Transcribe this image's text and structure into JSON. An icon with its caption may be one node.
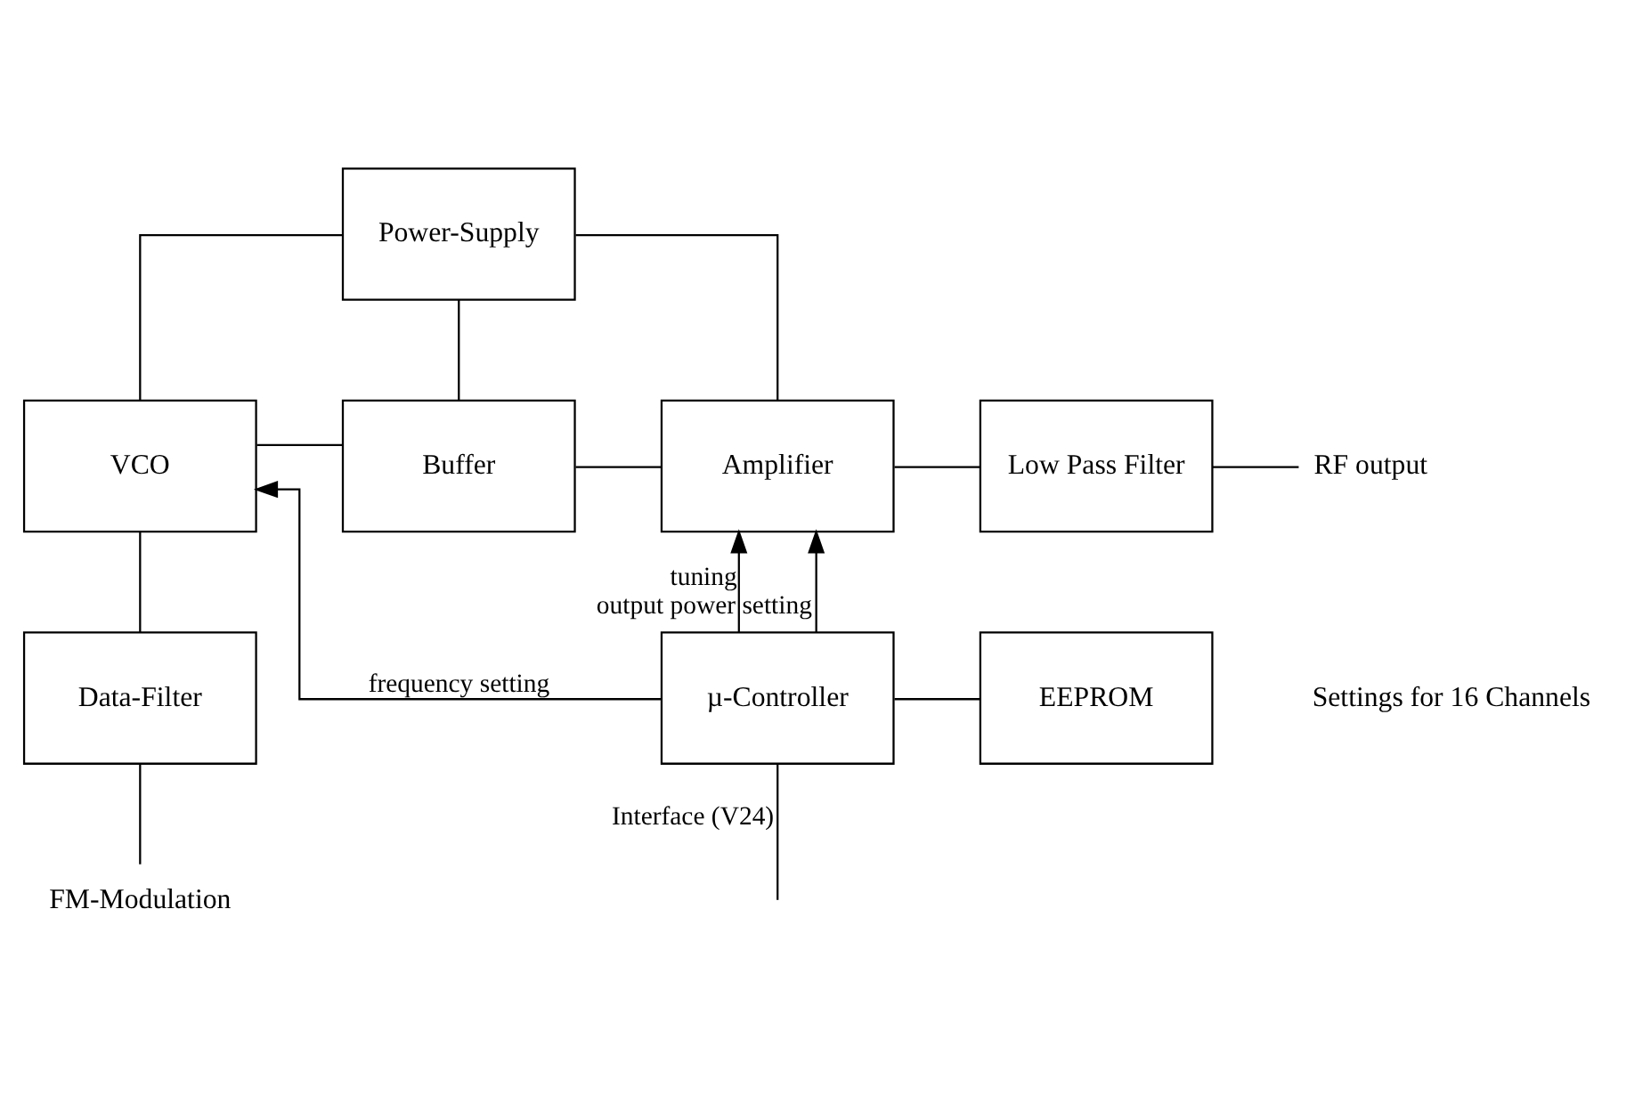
{
  "diagram": {
    "nodes": [
      {
        "text": [
          "Power-Supply"
        ]
      },
      {
        "text": [
          "VCO"
        ]
      },
      {
        "text": [
          "Buffer"
        ]
      },
      {
        "text": [
          "Amplifier"
        ]
      },
      {
        "text": [
          "Low Pass Filter"
        ]
      },
      {
        "text": [
          "Data-Filter"
        ]
      },
      {
        "text": [
          "µ-Controller"
        ]
      },
      {
        "text": [
          "EEPROM"
        ],
        "beside": [
          "Settings for 16 Channels"
        ]
      },
      {
        "text": [
          "RF output"
        ]
      },
      {
        "text": [
          "FM-Modulation"
        ]
      }
    ],
    "edges": [
      {
        "from": 0,
        "to": 1,
        "arrow": "none"
      },
      {
        "from": 0,
        "to": 2,
        "arrow": "none"
      },
      {
        "from": 0,
        "to": 3,
        "arrow": "none"
      },
      {
        "from": 1,
        "to": 2,
        "arrow": "none"
      },
      {
        "from": 2,
        "to": 3,
        "arrow": "none"
      },
      {
        "from": 3,
        "to": 4,
        "arrow": "none"
      },
      {
        "from": 4,
        "to": 8,
        "arrow": "none"
      },
      {
        "from": 1,
        "to": 5,
        "arrow": "none"
      },
      {
        "from": 5,
        "to": 9,
        "arrow": "none"
      },
      {
        "from": 6,
        "to": 1,
        "arrow": "to",
        "label": "frequency setting"
      },
      {
        "from": 6,
        "to": 3,
        "arrow": "to",
        "label": "tuning"
      },
      {
        "from": 6,
        "to": 3,
        "arrow": "to",
        "label": "output power setting"
      },
      {
        "from": 6,
        "to": 7,
        "arrow": "none"
      },
      {
        "from": 6,
        "to": null,
        "arrow": "none",
        "label": "Interface (V24)"
      }
    ]
  }
}
